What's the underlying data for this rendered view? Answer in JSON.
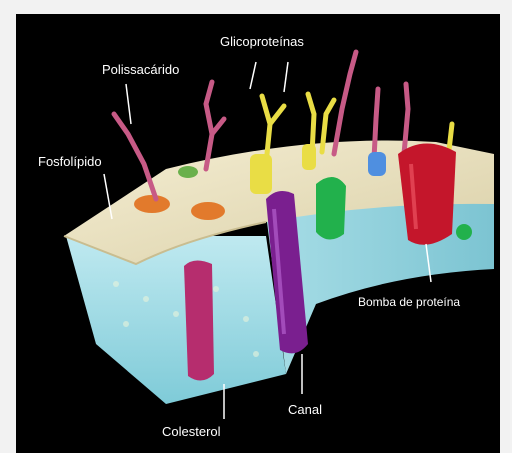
{
  "diagram": {
    "labels": {
      "fosfolipidio": "Fosfolípido",
      "polissacaridio": "Polissacárido",
      "glicoproteinas": "Glicoproteínas",
      "bomba_proteina": "Bomba de proteína",
      "canal": "Canal",
      "colesterol": "Colesterol"
    },
    "colors": {
      "background": "#000000",
      "frame": "#f2f2f2",
      "membrane_top": "#ede3c3",
      "membrane_side": "#9fdce8",
      "bomba": "#c4162b",
      "canal": "#7a1f8f",
      "colesterol": "#b62d6e",
      "proteina_verde": "#22b14c",
      "glicoproteina": "#e9dd45",
      "polissacarideo": "#c75a86",
      "lipid_spot": "#e27a2c"
    }
  }
}
